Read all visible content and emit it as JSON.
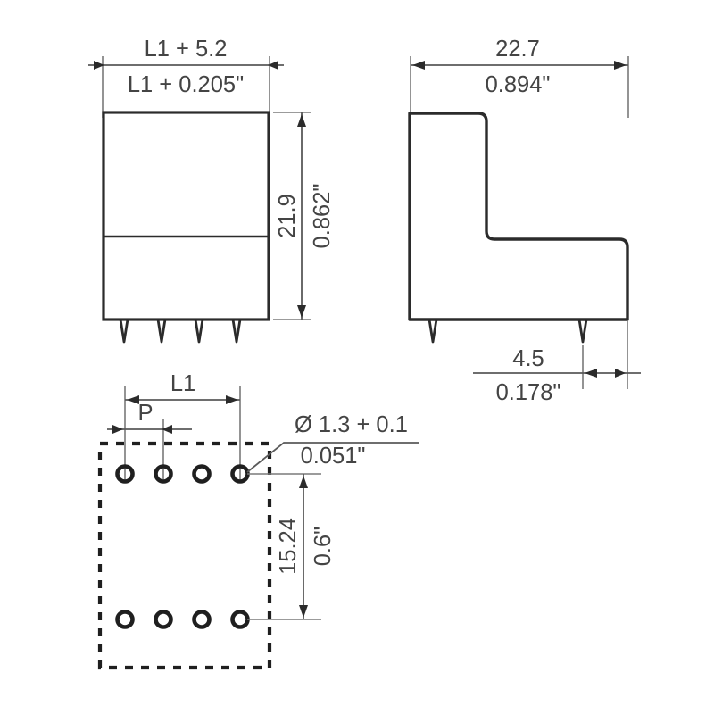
{
  "drawing": {
    "title": "Connector technical drawing",
    "units_note": "metric over inch",
    "line_color": "#2b2b2b",
    "dim_color": "#5a5a5a",
    "text_color": "#3a3a3a"
  },
  "views": {
    "front": {
      "name": "front-view",
      "pin_count": 4,
      "dimensions": {
        "width_metric": "L1 + 5.2",
        "width_imperial": "L1 + 0.205\"",
        "height_metric": "21.9",
        "height_imperial": "0.862\""
      }
    },
    "side": {
      "name": "side-view",
      "pin_count": 2,
      "dimensions": {
        "width_metric": "22.7",
        "width_imperial": "0.894\"",
        "offset_metric": "4.5",
        "offset_imperial": "0.178\""
      }
    },
    "footprint": {
      "name": "footprint-view",
      "holes_per_row": 4,
      "rows": 2,
      "dimensions": {
        "pitch_label": "P",
        "span_label": "L1",
        "row_spacing_metric": "15.24",
        "row_spacing_imperial": "0.6\"",
        "hole_diameter_metric": "Ø 1.3 + 0.1",
        "hole_diameter_imperial": "0.051\""
      }
    }
  },
  "labels": {
    "front_width_top": "L1 + 5.2",
    "front_width_bottom": "L1 + 0.205\"",
    "front_height_top": "21.9",
    "front_height_bottom": "0.862\"",
    "side_width_top": "22.7",
    "side_width_bottom": "0.894\"",
    "side_offset_top": "4.5",
    "side_offset_bottom": "0.178\"",
    "footprint_span": "L1",
    "footprint_pitch": "P",
    "hole_dia_top": "Ø 1.3 + 0.1",
    "hole_dia_bottom": "0.051\"",
    "row_spacing_top": "15.24",
    "row_spacing_bottom": "0.6\""
  }
}
